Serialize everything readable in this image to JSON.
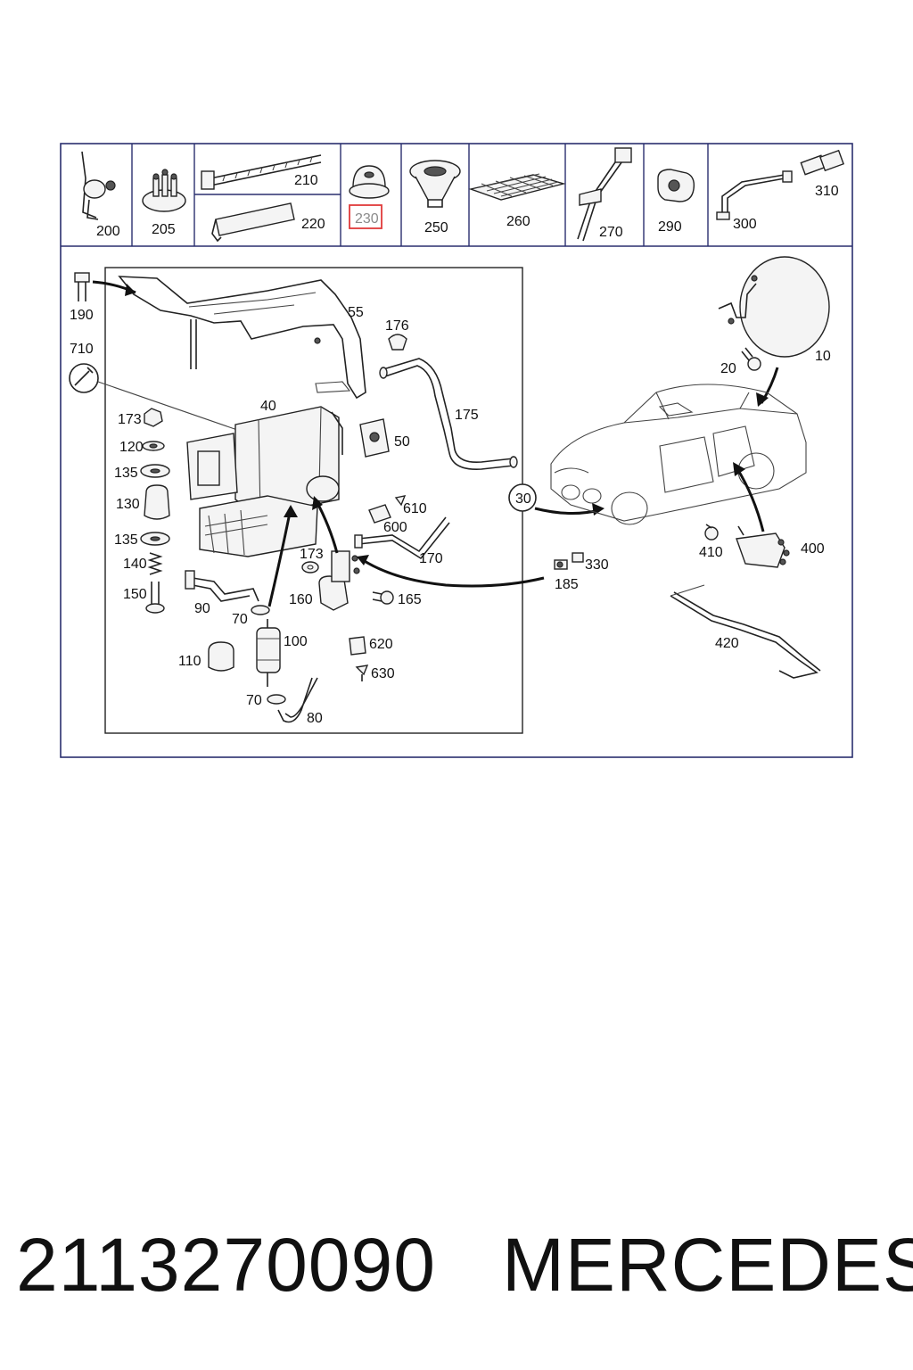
{
  "diagram": {
    "header_parts": [
      {
        "id": "p200",
        "label": "200"
      },
      {
        "id": "p205",
        "label": "205"
      },
      {
        "id": "p210",
        "label": "210"
      },
      {
        "id": "p220",
        "label": "220"
      },
      {
        "id": "p230",
        "label": "230",
        "highlighted": true
      },
      {
        "id": "p250",
        "label": "250"
      },
      {
        "id": "p260",
        "label": "260"
      },
      {
        "id": "p270",
        "label": "270"
      },
      {
        "id": "p290",
        "label": "290"
      },
      {
        "id": "p300",
        "label": "300"
      },
      {
        "id": "p310",
        "label": "310"
      }
    ],
    "main_parts": {
      "p190": "190",
      "p710": "710",
      "p55": "55",
      "p176": "176",
      "p175": "175",
      "p40": "40",
      "p50": "50",
      "p173a": "173",
      "p120": "120",
      "p135a": "135",
      "p130": "130",
      "p135b": "135",
      "p140": "140",
      "p150": "150",
      "p610": "610",
      "p600": "600",
      "p170": "170",
      "p173b": "173",
      "p160": "160",
      "p165": "165",
      "p90": "90",
      "p70a": "70",
      "p100": "100",
      "p110": "110",
      "p620": "620",
      "p630": "630",
      "p70b": "70",
      "p80": "80",
      "p30": "30",
      "p185": "185",
      "p330": "330",
      "p10": "10",
      "p20": "20",
      "p410": "410",
      "p400": "400",
      "p420": "420"
    },
    "highlight_color": "#e03a3a",
    "border_color": "#2a2f6e"
  },
  "caption": {
    "part_number": "2113270090",
    "brand": "MERCEDES"
  }
}
